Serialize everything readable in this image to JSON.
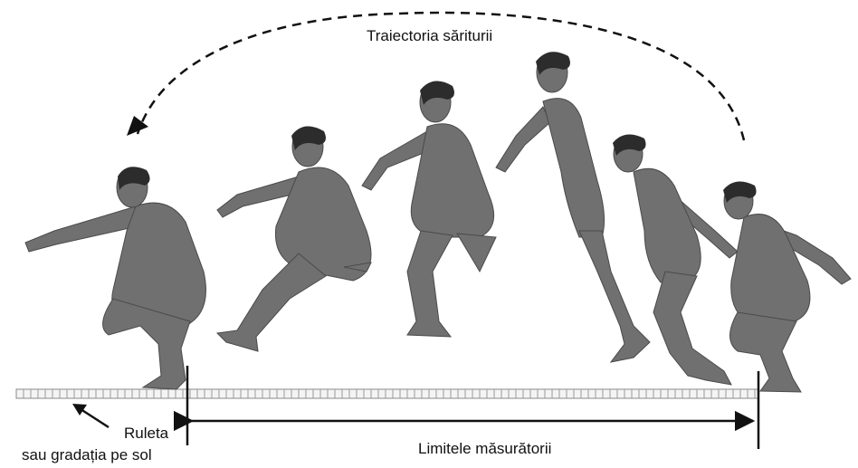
{
  "labels": {
    "trajectory": "Traiectoria săriturii",
    "measurement_limits": "Limitele măsurătorii",
    "tape_line1": "Ruleta",
    "tape_line2": "sau gradația pe sol"
  },
  "figure": {
    "phases": [
      "landing",
      "flight-tuck",
      "flight-mid",
      "flight-extended",
      "takeoff-push",
      "crouch-start"
    ],
    "colors": {
      "body": "#6f6f6f",
      "body_dark": "#4f4f4f",
      "hair": "#2c2c2c",
      "line": "#111111",
      "tape": "#8a8a8a"
    }
  }
}
